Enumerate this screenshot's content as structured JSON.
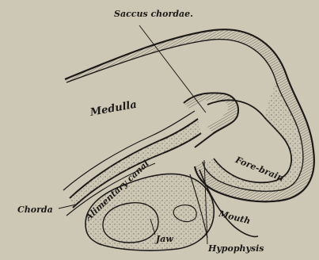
{
  "labels": {
    "saccus_chordae": "Saccus chordae.",
    "medulla": "Medulla",
    "fore_brain": "Fore-brain",
    "alimentary_canal": "Alimentary canal",
    "chorda": "Chorda",
    "mouth": "Mouth",
    "jaw": "Jaw",
    "hypophysis": "Hypophysis"
  },
  "colors": {
    "paper": "#cdc8b5",
    "ink": "#1c1a18",
    "stipple": "#8f897a"
  }
}
